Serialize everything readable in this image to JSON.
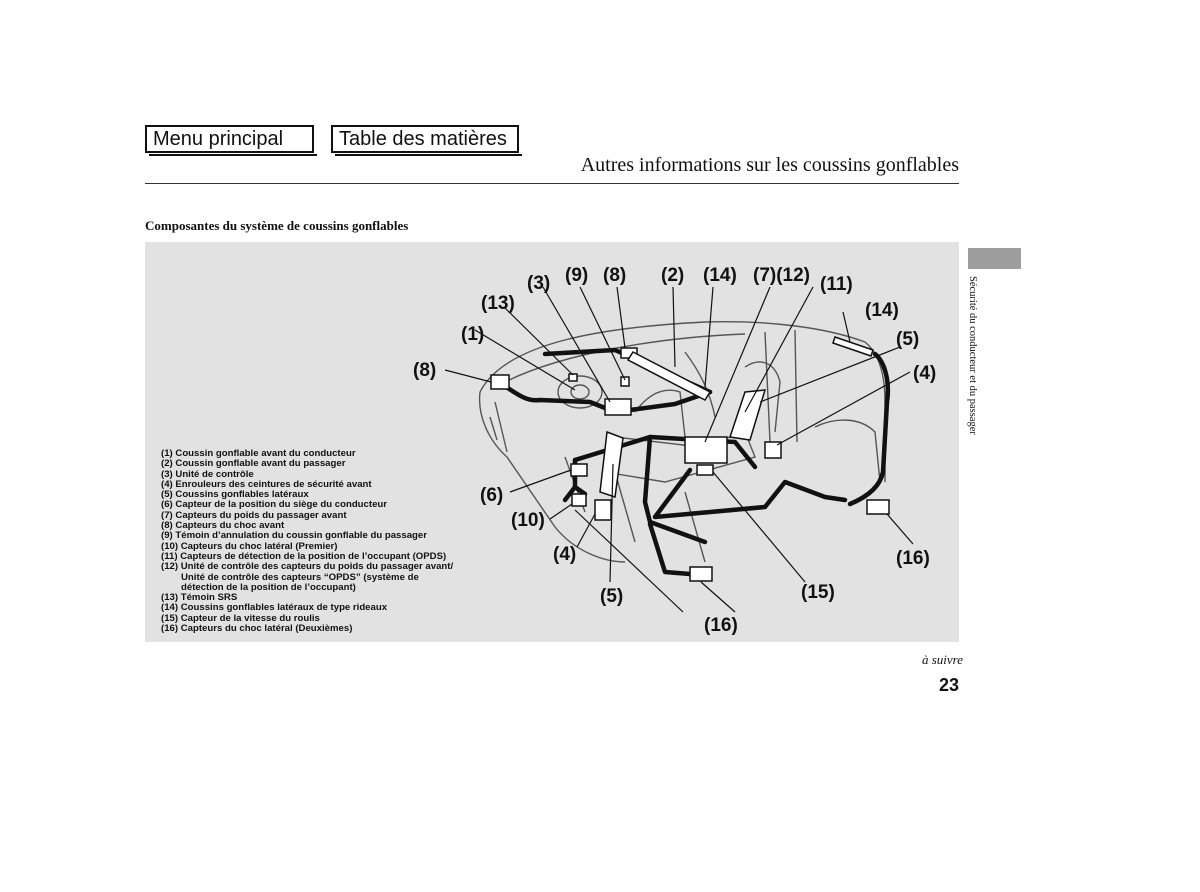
{
  "nav": {
    "main_menu": "Menu principal",
    "toc": "Table des matières"
  },
  "header": {
    "title": "Autres informations sur les coussins gonflables"
  },
  "section": {
    "heading": "Composantes du système de coussins gonflables"
  },
  "diagram": {
    "callouts": {
      "c1": "(1)",
      "c2": "(2)",
      "c3": "(3)",
      "c4a": "(4)",
      "c4b": "(4)",
      "c5a": "(5)",
      "c5b": "(5)",
      "c6": "(6)",
      "c7_12": "(7)(12)",
      "c8a": "(8)",
      "c8b": "(8)",
      "c9": "(9)",
      "c10": "(10)",
      "c11": "(11)",
      "c13": "(13)",
      "c14a": "(14)",
      "c14b": "(14)",
      "c15": "(15)",
      "c16a": "(16)",
      "c16b": "(16)"
    }
  },
  "legend": {
    "items": [
      "(1) Coussin gonflable avant du conducteur",
      "(2) Coussin gonflable avant du passager",
      "(3) Unité de contrôle",
      "(4) Enrouleurs des ceintures de sécurité avant",
      "(5) Coussins gonflables latéraux",
      "(6) Capteur de la position du siège du conducteur",
      "(7) Capteurs du poids du passager avant",
      "(8) Capteurs du choc avant",
      "(9) Témoin d’annulation du coussin gonflable du passager",
      "(10) Capteurs du choc latéral (Premier)",
      "(11) Capteurs de détection de la position de l’occupant (OPDS)",
      "(12) Unité de contrôle des capteurs du poids du passager avant/",
      "Unité de contrôle des capteurs “OPDS” (système de",
      "détection de la position de l’occupant)",
      "(13) Témoin SRS",
      "(14) Coussins gonflables latéraux de type rideaux",
      "(15) Capteur de la vitesse du roulis",
      "(16) Capteurs du choc latéral (Deuxièmes)"
    ]
  },
  "sidebar": {
    "section_label": "Sécurité du conducteur et du passager"
  },
  "footer": {
    "continued": "à suivre",
    "page_number": "23"
  }
}
